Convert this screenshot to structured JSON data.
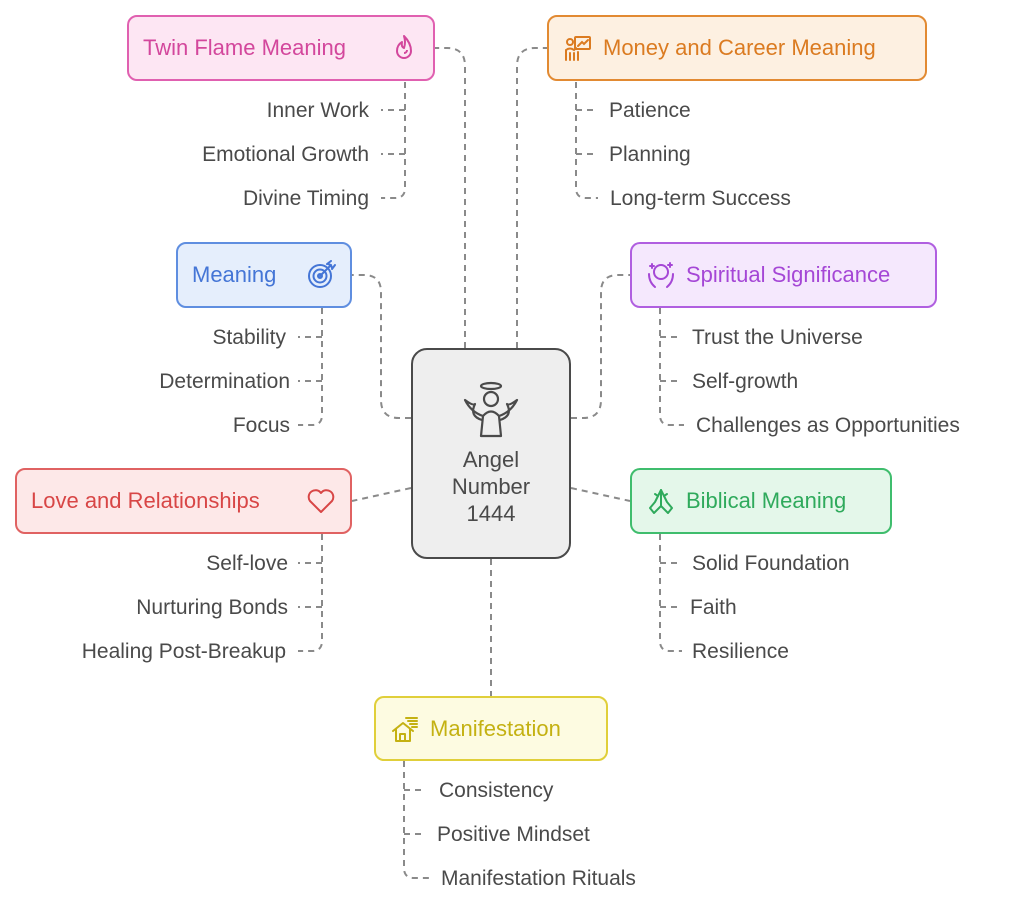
{
  "center": {
    "lines": [
      "Angel",
      "Number",
      "1444"
    ],
    "icon": "angel-icon"
  },
  "branches": [
    {
      "id": "twin-flame",
      "title": "Twin Flame Meaning",
      "icon": "flame-icon",
      "color": "#e060b0",
      "items": [
        "Inner Work",
        "Emotional Growth",
        "Divine Timing"
      ]
    },
    {
      "id": "money-career",
      "title": "Money and Career Meaning",
      "icon": "presentation-icon",
      "color": "#e28a32",
      "items": [
        "Patience",
        "Planning",
        "Long-term Success"
      ]
    },
    {
      "id": "meaning",
      "title": "Meaning",
      "icon": "target-icon",
      "color": "#5f8ee0",
      "items": [
        "Stability",
        "Determination",
        "Focus"
      ]
    },
    {
      "id": "spiritual",
      "title": "Spiritual Significance",
      "icon": "crystal-ball-hands-icon",
      "color": "#b05fe0",
      "items": [
        "Trust the Universe",
        "Self-growth",
        "Challenges as Opportunities"
      ]
    },
    {
      "id": "love",
      "title": "Love and Relationships",
      "icon": "heart-icon",
      "color": "#e06262",
      "items": [
        "Self-love",
        "Nurturing Bonds",
        "Healing Post-Breakup"
      ]
    },
    {
      "id": "biblical",
      "title": "Biblical Meaning",
      "icon": "praying-hands-icon",
      "color": "#3fbd6d",
      "items": [
        "Solid Foundation",
        "Faith",
        "Resilience"
      ]
    },
    {
      "id": "manifestation",
      "title": "Manifestation",
      "icon": "house-rays-icon",
      "color": "#e0cf3a",
      "items": [
        "Consistency",
        "Positive Mindset",
        "Manifestation Rituals"
      ]
    }
  ]
}
